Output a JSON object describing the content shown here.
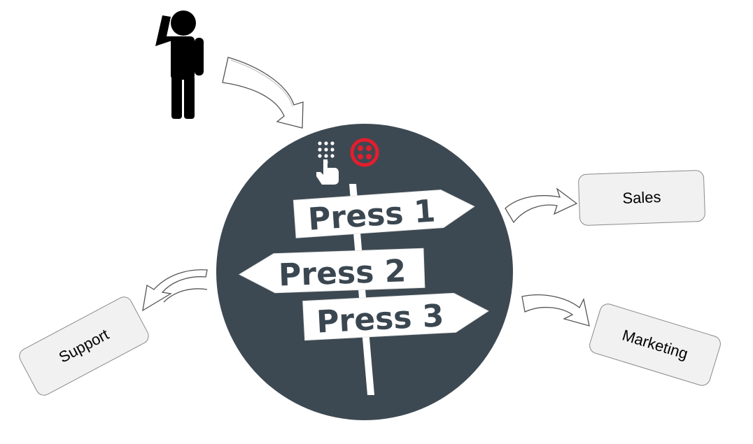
{
  "signpost": {
    "option_1": "Press 1",
    "option_2": "Press 2",
    "option_3": "Press 3"
  },
  "destinations": {
    "sales": "Sales",
    "marketing": "Marketing",
    "support": "Support"
  },
  "icons": {
    "caller": "person-on-phone-icon",
    "keypad": "keypad-touch-icon",
    "brand": "twilio-logo-icon"
  },
  "colors": {
    "circle": "#3d4952",
    "sign": "#ffffff",
    "sign_text": "#3b4750",
    "brand": "#e31e2d",
    "box_fill": "#f1f1f1",
    "box_border": "#8a8a8a",
    "person": "#000000"
  }
}
